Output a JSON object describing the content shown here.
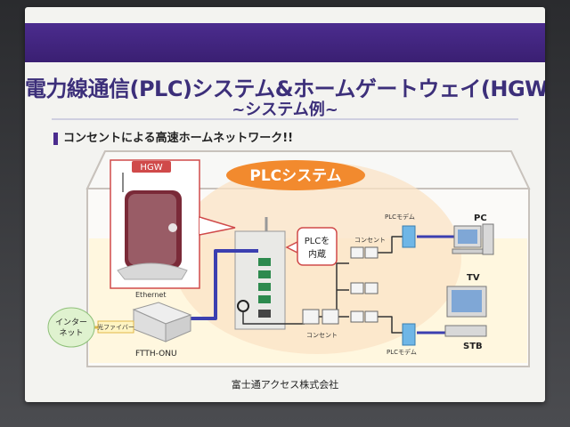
{
  "title": "電力線通信(PLC)システム&ホームゲートウェイ(HGW)",
  "subtitle": "~システム例~",
  "headline": "コンセントによる高速ホームネットワーク!!",
  "plc_system_badge": "PLCシステム",
  "hgw_label": "HGW",
  "plc_builtin_callout": [
    "PLCを",
    "内蔵"
  ],
  "labels": {
    "ethernet": "Ethernet",
    "internet": [
      "インター",
      "ネット"
    ],
    "fiber": "光ファイバー",
    "onu": "FTTH-ONU",
    "outlet_top": "コンセント",
    "outlet_bottom": "コンセント",
    "plc_modem_top": "PLCモデム",
    "plc_modem_bottom": "PLCモデム",
    "pc": "PC",
    "tv": "TV",
    "stb": "STB"
  },
  "footer": "富士通アクセス株式会社",
  "colors": {
    "title": "#3c2f7a",
    "band": "#4b2c8e",
    "badge": "#f28a2e",
    "cable": "#3b3fb0"
  }
}
